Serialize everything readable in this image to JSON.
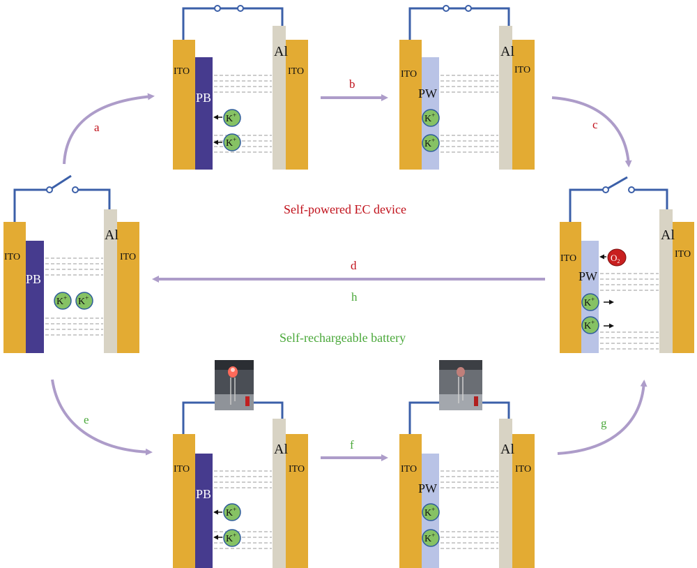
{
  "titles": {
    "ec_device": "Self-powered EC device",
    "battery": "Self-rechargeable battery"
  },
  "labels": {
    "ito": "ITO",
    "al": "Al",
    "pb": "PB",
    "pw": "PW",
    "k_ion": "K",
    "k_charge": "+",
    "o2": "O",
    "o2_sub": "2"
  },
  "steps": {
    "a": "a",
    "b": "b",
    "c": "c",
    "d": "d",
    "e": "e",
    "f": "f",
    "g": "g",
    "h": "h"
  },
  "colors": {
    "ito": "#e3ab33",
    "al": "#d8d3c4",
    "pb": "#463b8e",
    "pw": "#b9c3e6",
    "wire": "#3b5fa8",
    "arrow": "#ad9cc9",
    "k_fill": "#86c264",
    "o2_fill": "#c81f1f",
    "red_text": "#c0101a",
    "green_text": "#4aa83a"
  }
}
